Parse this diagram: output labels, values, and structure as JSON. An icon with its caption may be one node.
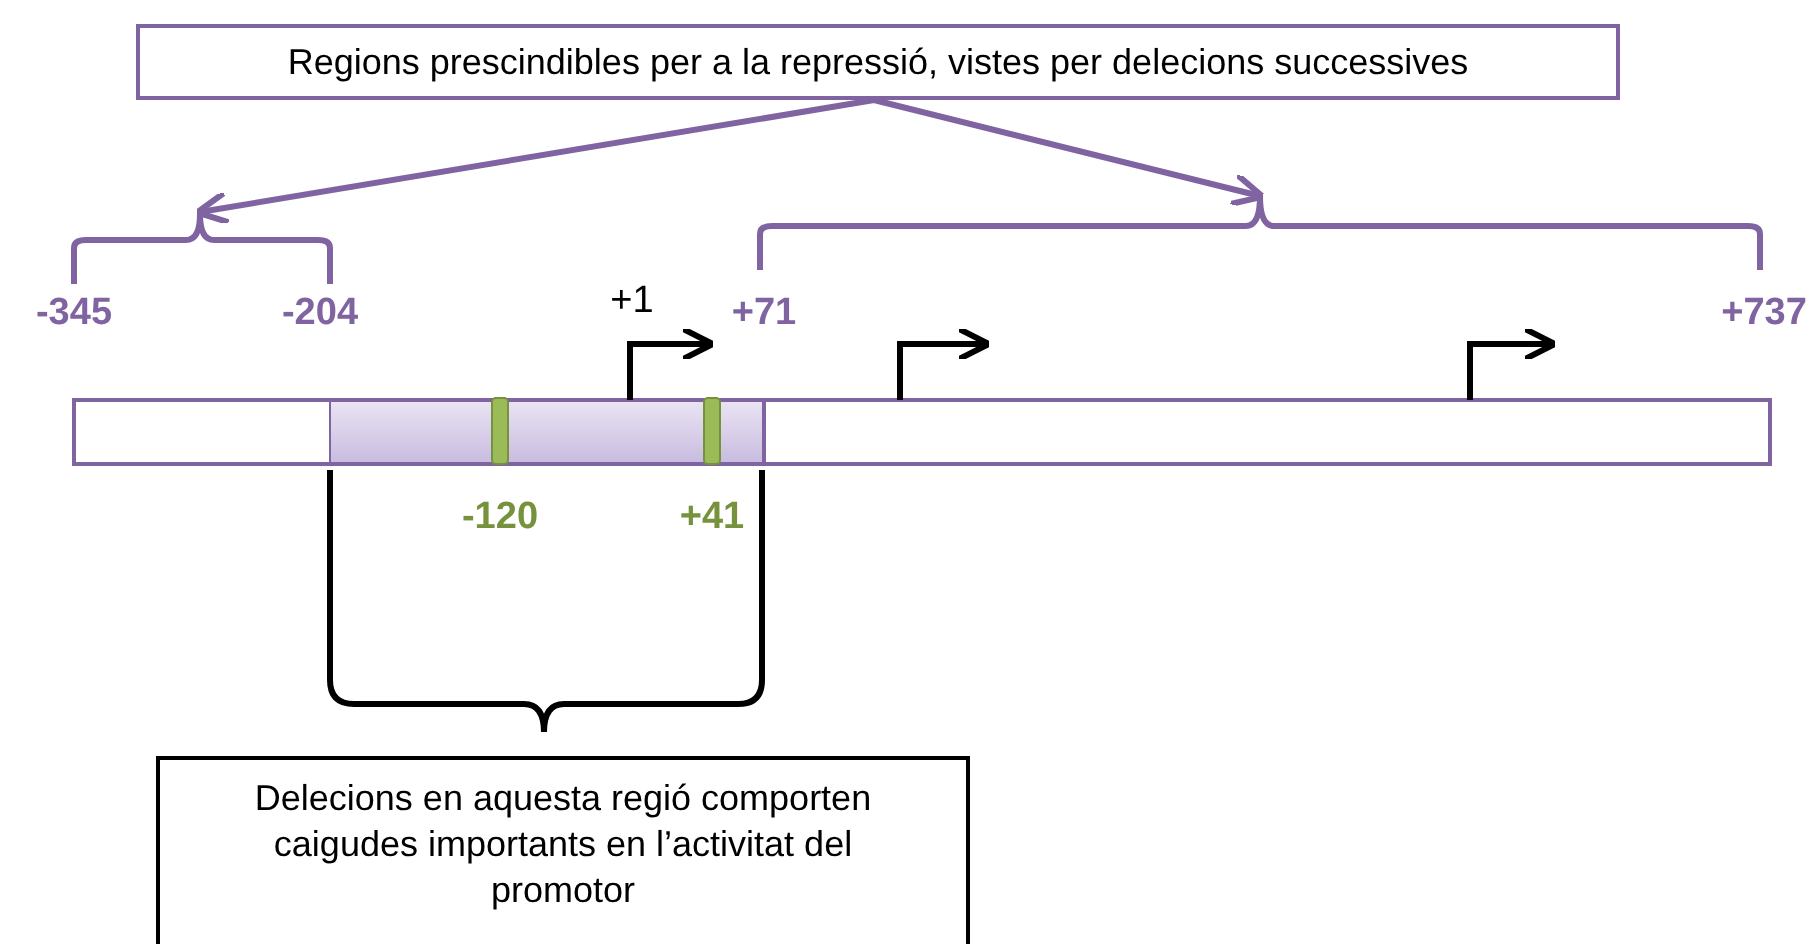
{
  "diagram": {
    "nodes": [
      {
        "text": [
          "Regions prescindibles per a la repressió, vistes per delecions successives"
        ]
      },
      {
        "text": [],
        "shape": "bracket"
      },
      {
        "text": [],
        "shape": "bracket"
      },
      {
        "text": [
          "Delecions en aquesta regió comporten caigudes importants en l’activitat del promotor"
        ]
      }
    ],
    "edges": [
      {
        "from": 0,
        "to": 1,
        "arrow": "to"
      },
      {
        "from": 0,
        "to": 2,
        "arrow": "to"
      }
    ],
    "labels": [
      "-345",
      "-204",
      "+1",
      "+71",
      "+737",
      "-120",
      "+41"
    ]
  }
}
